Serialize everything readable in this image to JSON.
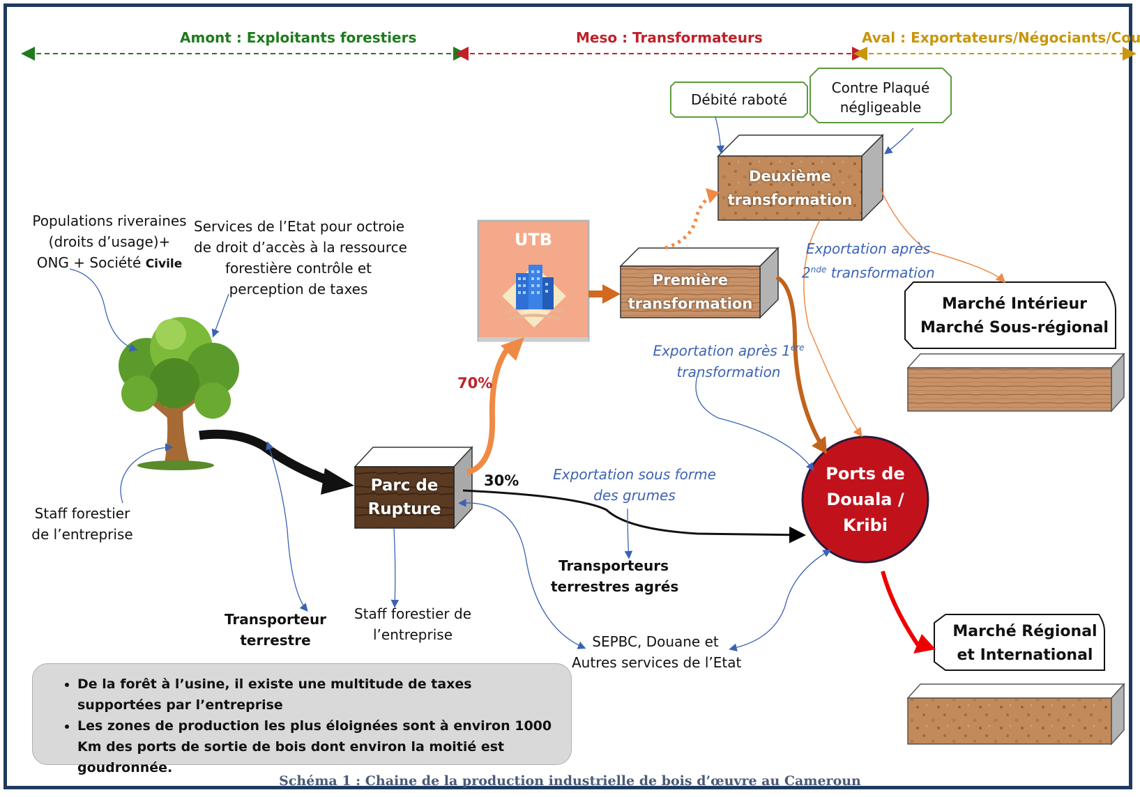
{
  "stages": {
    "upstream": {
      "label": "Amont : Exploitants forestiers",
      "color": "#1e7b1e"
    },
    "meso": {
      "label": "Meso : Transformateurs",
      "color": "#c0202a"
    },
    "downstream": {
      "label": "Aval : Exportateurs/Négociants/Courtiers",
      "color": "#c7960a"
    }
  },
  "nodes": {
    "utb": "UTB",
    "parc_line1": "Parc de",
    "parc_line2": "Rupture",
    "premiere_line1": "Première",
    "premiere_line2": "transformation",
    "deuxieme_line1": "Deuxième",
    "deuxieme_line2": "transformation",
    "ports_line1": "Ports de",
    "ports_line2": "Douala /",
    "ports_line3": "Kribi",
    "debite": "Débité raboté",
    "contre_line1": "Contre Plaqué",
    "contre_line2": "négligeable",
    "marche_int_line1": "Marché Intérieur",
    "marche_int_line2": "Marché Sous-régional",
    "marche_reg_line1": "Marché Régional",
    "marche_reg_line2": "et International"
  },
  "labels": {
    "populations_line1": "Populations riveraines",
    "populations_line2": "(droits d’usage)+",
    "populations_line3a": "ONG + Société ",
    "populations_line3b": "Civile",
    "services_line1": "Services de l’Etat pour octroie",
    "services_line2": "de droit d’accès à la ressource",
    "services_line3": "forestière  contrôle et",
    "services_line4": "perception de taxes",
    "staff1_line1": "Staff forestier",
    "staff1_line2": "de l’entreprise",
    "transporteur_line1": "Transporteur",
    "transporteur_line2": "terrestre",
    "staff2_line1": "Staff forestier de",
    "staff2_line2": "l’entreprise",
    "transporteurs_line1": "Transporteurs",
    "transporteurs_line2": "terrestres agrés",
    "sepbc_line1": "SEPBC, Douane et",
    "sepbc_line2": "Autres services de l’Etat",
    "pct70": "70%",
    "pct30": "30%",
    "exp_grumes_line1": "Exportation sous forme",
    "exp_grumes_line2": "des grumes",
    "exp_1ere_line1": "Exportation après 1",
    "exp_1ere_sup": "ère",
    "exp_1ere_line2": "transformation",
    "exp_2nde_line1": "Exportation après",
    "exp_2nde_pre": "2",
    "exp_2nde_sup": "nde",
    "exp_2nde_post": " transformation"
  },
  "notes": [
    "De la forêt à l’usine, il existe une multitude de taxes supportées par l’entreprise",
    "Les zones de production les plus éloignées sont à environ 1000 Km des ports de sortie de bois dont environ la moitié est goudronnée."
  ],
  "caption": "Schéma 1 : Chaine de la production industrielle de bois d’œuvre au Cameroun",
  "icons": [
    "tree-icon",
    "building-icon"
  ],
  "colors": {
    "port": "#c1121c",
    "utb": "#f4a98a",
    "parc": "#5a3a22",
    "light_wood": "#c8926a",
    "note_bg": "#d9d9d9",
    "blue_text": "#3b62b4"
  }
}
